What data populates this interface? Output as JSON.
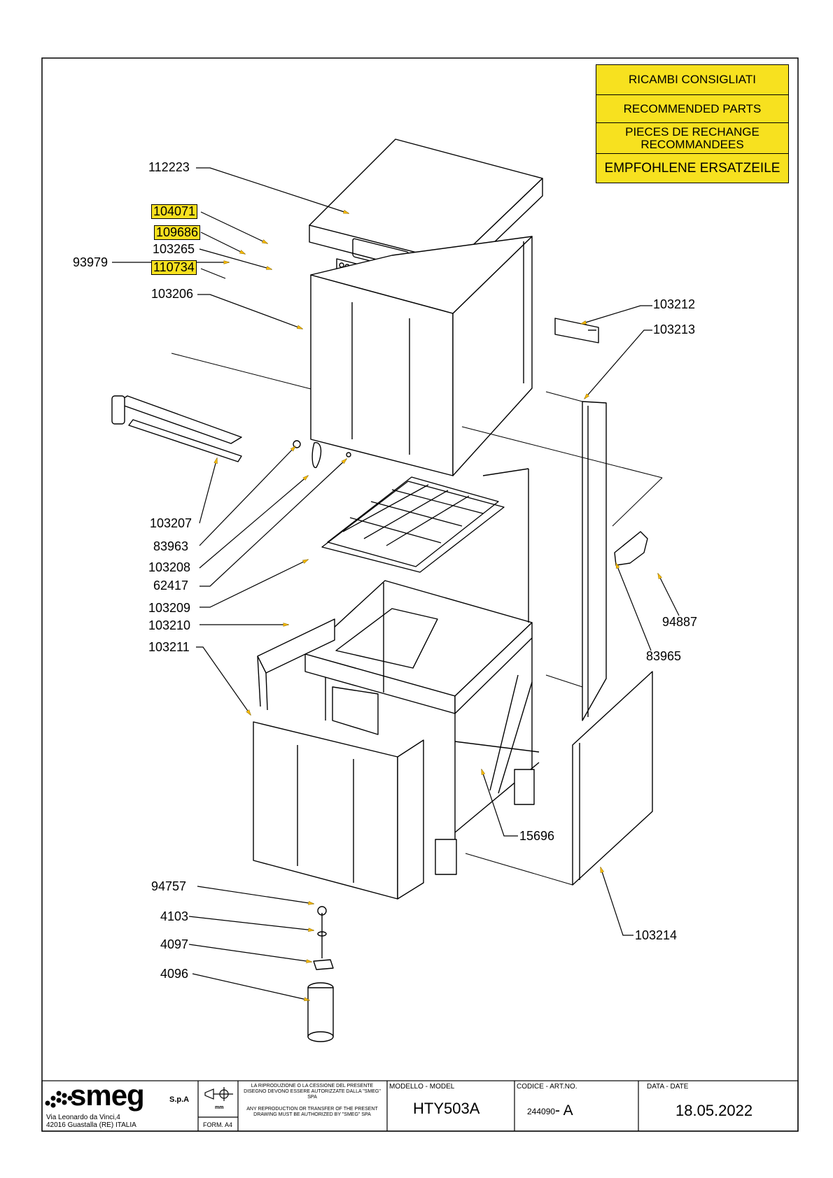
{
  "legend": {
    "items": [
      "RICAMBI CONSIGLIATI",
      "RECOMMENDED PARTS",
      "PIECES DE RECHANGE RECOMMANDEES",
      "EMPFOHLENE ERSATZEILE"
    ]
  },
  "colors": {
    "highlight": "#f7e11f",
    "marker": "#f5b800",
    "line": "#000000"
  },
  "parts": {
    "p112223": "112223",
    "p104071": "104071",
    "p109686": "109686",
    "p103265": "103265",
    "p93979": "93979",
    "p110734": "110734",
    "p103206": "103206",
    "p103212": "103212",
    "p103213": "103213",
    "p103207": "103207",
    "p83963": "83963",
    "p103208": "103208",
    "p62417": "62417",
    "p103209": "103209",
    "p103210": "103210",
    "p103211": "103211",
    "p94887": "94887",
    "p83965": "83965",
    "p15696": "15696",
    "p94757": "94757",
    "p4103": "4103",
    "p4097": "4097",
    "p4096": "4096",
    "p103214": "103214"
  },
  "title_block": {
    "brand": "smeg",
    "brand_suffix": "S.p.A",
    "address_line1": "Via Leonardo da Vinci,4",
    "address_line2": "42016  Guastalla (RE) ITALIA",
    "unit": "mm",
    "format": "FORM. A4",
    "notice_it": "LA RIPRODUZIONE O LA CESSIONE DEL PRESENTE DISEGNO DEVONO ESSERE AUTORIZZATE DALLA \"SMEG\" SPA",
    "notice_en": "ANY REPRODUCTION OR TRANSFER OF THE PRESENT DRAWING MUST BE AUTHORIZED BY \"SMEG\" SPA",
    "model_label": "MODELLO - MODEL",
    "model_value": "HTY503A",
    "code_label": "CODICE - ART.NO.",
    "code_value": "244090",
    "code_rev": " - A",
    "date_label": "DATA - DATE",
    "date_value": "18.05.2022"
  }
}
